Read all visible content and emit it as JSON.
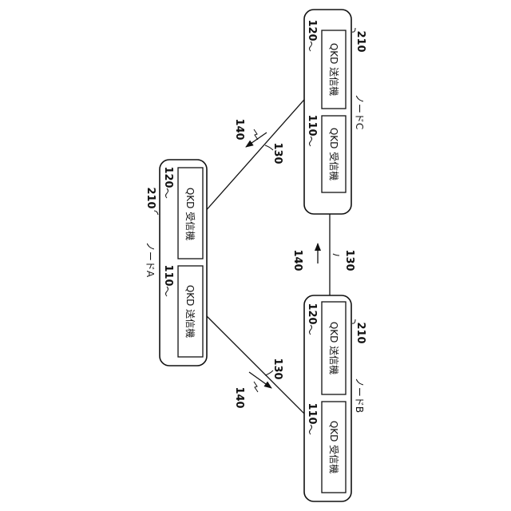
{
  "nodes": {
    "a": {
      "name": "ノードA",
      "ref": "210",
      "devices": [
        {
          "label": "QKD 受信機",
          "ref": "120"
        },
        {
          "label": "QKD 送信機",
          "ref": "110"
        }
      ]
    },
    "b": {
      "name": "ノードB",
      "ref": "210",
      "devices": [
        {
          "label": "QKD 送信機",
          "ref": "120"
        },
        {
          "label": "QKD 受信機",
          "ref": "110"
        }
      ]
    },
    "c": {
      "name": "ノードC",
      "ref": "210",
      "devices": [
        {
          "label": "QKD 送信機",
          "ref": "120"
        },
        {
          "label": "QKD 受信機",
          "ref": "110"
        }
      ]
    }
  },
  "links": {
    "c_to_a": {
      "line_ref": "130",
      "arrow_ref": "140"
    },
    "b_to_c": {
      "line_ref": "130",
      "arrow_ref": "140"
    },
    "a_to_b": {
      "line_ref": "130",
      "arrow_ref": "140"
    }
  }
}
